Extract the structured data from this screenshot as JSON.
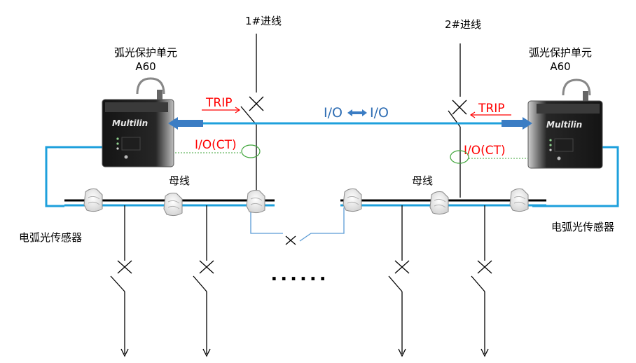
{
  "labels": {
    "incoming_1": "1#进线",
    "incoming_2": "2#进线",
    "unit_left_title": "弧光保护单元",
    "unit_left_model": "A60",
    "unit_right_title": "弧光保护单元",
    "unit_right_model": "A60",
    "trip_left": "TRIP",
    "trip_right": "TRIP",
    "io_left": "I/O",
    "io_right": "I/O",
    "io_ct_left": "I/O(CT)",
    "io_ct_right": "I/O(CT)",
    "busbar_left": "母线",
    "busbar_right": "母线",
    "sensor_left": "电弧光传感器",
    "sensor_right": "电弧光传感器",
    "device_brand_left": "Multilin",
    "device_brand_right": "Multilin",
    "ellipsis": "......"
  },
  "colors": {
    "fiber": "#1ea0dc",
    "arrow_blue": "#3b7dc4",
    "trip_red": "#ff0000",
    "io_blue": "#2e6db3",
    "ct_green": "#3fa53a",
    "device_dark": "#2a2a2a",
    "busbar": "#000000",
    "tie_line": "#5b9bd5"
  }
}
